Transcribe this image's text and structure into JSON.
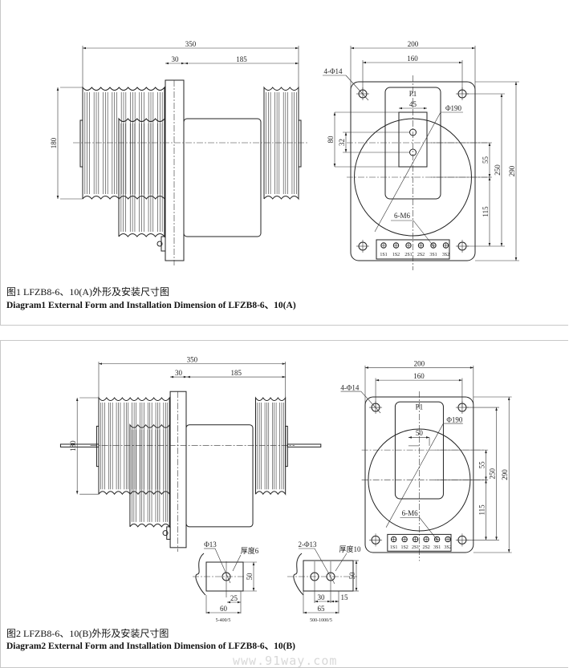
{
  "figure1": {
    "caption_cn": "图1  LFZB8-6、10(A)外形及安装尺寸图",
    "caption_en": "Diagram1  External Form and Installation Dimension of  LFZB8-6、10(A)",
    "side": {
      "d350": "350",
      "d30": "30",
      "d185": "185",
      "d180": "180"
    },
    "front": {
      "d200": "200",
      "d160": "160",
      "holes": "4-Φ14",
      "p1": "P1",
      "d45": "45",
      "dia": "Φ190",
      "d32": "32",
      "d80": "80",
      "d55": "55",
      "d115": "115",
      "d250": "250",
      "d290": "290",
      "screws": "6-M6",
      "terminals": [
        "1S1",
        "1S2",
        "2S1",
        "2S2",
        "3S1",
        "3S2"
      ]
    }
  },
  "figure2": {
    "caption_cn": "图2  LFZB8-6、10(B)外形及安装尺寸图",
    "caption_en": "Diagram2  External Form and Installation Dimension of  LFZB8-6、10(B)",
    "side": {
      "d350": "350",
      "d30": "30",
      "d185": "185",
      "d180": "180"
    },
    "front": {
      "d200": "200",
      "d160": "160",
      "holes": "4-Φ14",
      "p1": "P1",
      "d50": "50",
      "dia": "Φ190",
      "d55": "55",
      "d115": "115",
      "d250": "250",
      "d290": "290",
      "screws": "6-M6",
      "terminals": [
        "1S1",
        "1S2",
        "2S1",
        "2S2",
        "3S1",
        "3S2"
      ]
    },
    "detail1": {
      "hole": "Φ13",
      "thickness": "厚度6",
      "d50": "50",
      "d25": "25",
      "d60": "60",
      "ratio": "5-400/5"
    },
    "detail2": {
      "hole": "2-Φ13",
      "thickness": "厚度10",
      "d50": "50",
      "d30": "30",
      "d15": "15",
      "d65": "65",
      "ratio": "500-1000/5"
    }
  },
  "watermark": "www.91way.com"
}
